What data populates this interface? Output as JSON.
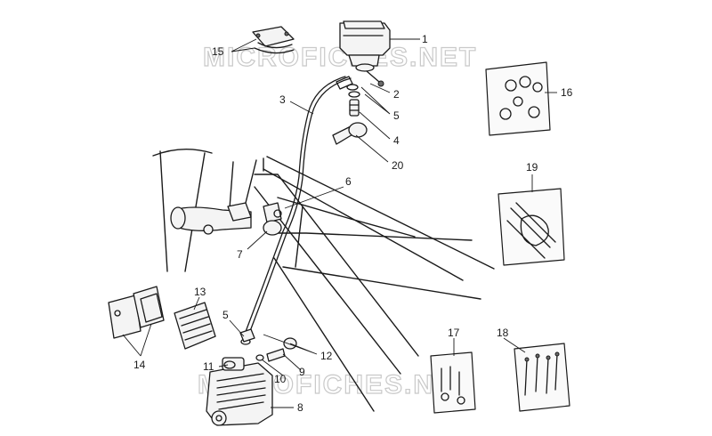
{
  "watermark": "MICROFICHES.NET",
  "callouts": {
    "c1": "1",
    "c2": "2",
    "c3": "3",
    "c4": "4",
    "c5a": "5",
    "c5b": "5",
    "c6": "6",
    "c7": "7",
    "c8": "8",
    "c9": "9",
    "c10": "10",
    "c11": "11",
    "c12": "12",
    "c13": "13",
    "c14": "14",
    "c15": "15",
    "c16": "16",
    "c17": "17",
    "c18": "18",
    "c19": "19",
    "c20": "20"
  },
  "colors": {
    "ink": "#1a1a1a",
    "paper": "#ffffff",
    "watermark_outline": "#c9c9c9"
  }
}
